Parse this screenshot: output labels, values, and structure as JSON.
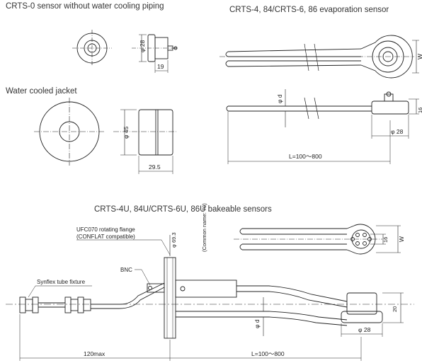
{
  "titles": {
    "crts0": "CRTS-0 sensor without water cooling piping",
    "evap": "CRTS-4, 84/CRTS-6, 86 evaporation sensor",
    "jacket": "Water cooled jacket",
    "bake": "CRTS-4U, 84U/CRTS-6U, 86U bakeable sensors"
  },
  "dims": {
    "phi28": "φ 28",
    "d19": "19",
    "w": "W",
    "d16": "16",
    "phi_d": "φ d",
    "phi28b": "φ 28",
    "length": "L=100～800",
    "phi45": "φ 45",
    "d29_5": "29.5",
    "phi69_3": "φ 69.3",
    "common_name": "(Common name: 70)",
    "d16b": "16",
    "wb": "W",
    "d20": "20",
    "phi_d_b": "φ d",
    "phi28c": "φ 28",
    "d120max": "120max",
    "length_b": "L=100～800"
  },
  "callouts": {
    "flange_line1": "UFC070 rotating flange",
    "flange_line2": "(CONFLAT compatible)",
    "bnc": "BNC",
    "synflex": "Synflex tube fixture"
  },
  "colors": {
    "line": "#222222",
    "title": "#333333",
    "background": "#ffffff"
  }
}
